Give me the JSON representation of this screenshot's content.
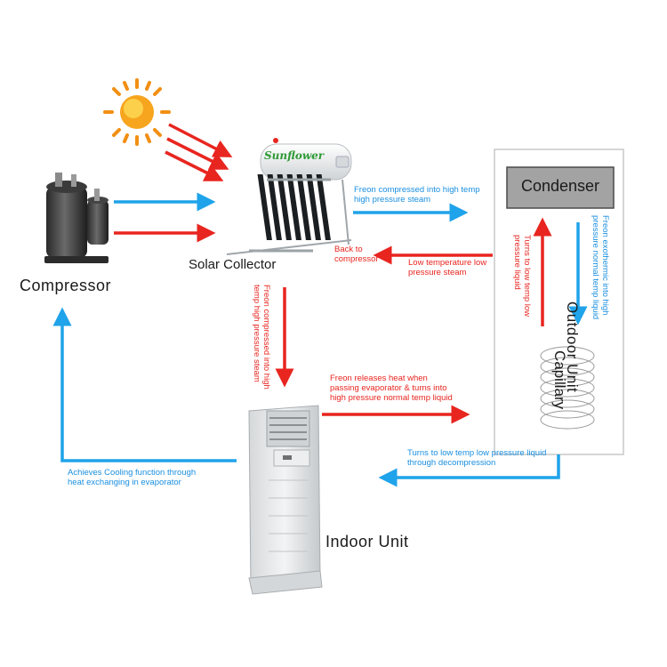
{
  "components": {
    "compressor": "Compressor",
    "solar_collector": "Solar Collector",
    "indoor_unit": "Indoor Unit",
    "outdoor_unit": "Outdoor Unit",
    "condenser": "Condenser",
    "capillary": "Capillary",
    "brand": "Sunflower"
  },
  "flow_labels": {
    "compressed_to_condenser": "Freon compressed into high temp high pressure steam",
    "back_to_compressor": "Back to compressor",
    "low_temp_steam": "Low temperature low pressure steam",
    "compressed_to_indoor": "Freon compressed into high temp high pressure steam",
    "releases_heat": "Freon releases heat when passing evaporator & turns into high pressure normal temp liquid",
    "exothermic": "Freon exothermic into high pressure normal temp liquid",
    "turns_low_temp": "Turns to low temp low pressure liquid",
    "decompression": "Turns to low temp low pressure liquid through decompression",
    "cooling_function": "Achieves Cooling function through heat exchanging in evaporator"
  },
  "colors": {
    "hot_arrow": "#e8251f",
    "cold_arrow": "#1fa3ea",
    "sun": "#f7a51e"
  }
}
